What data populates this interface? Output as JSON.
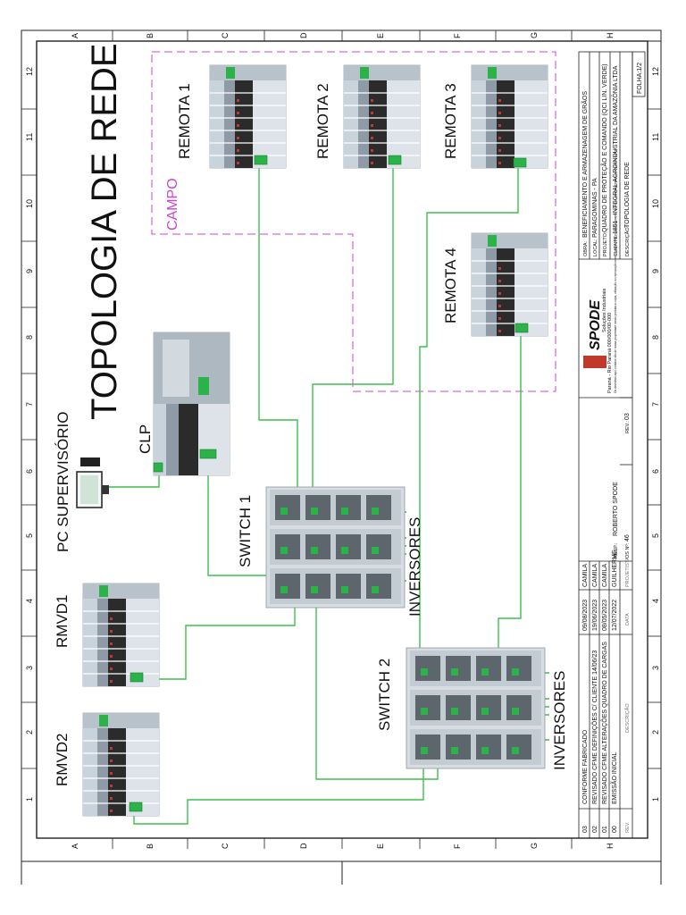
{
  "drawing": {
    "title": "TOPOLOGIA DE REDE",
    "campo_label": "CAMPO",
    "grid_letters": [
      "A",
      "B",
      "C",
      "D",
      "E",
      "F",
      "G",
      "H"
    ],
    "grid_numbers": [
      "1",
      "2",
      "3",
      "4",
      "5",
      "6",
      "7",
      "8",
      "9",
      "10",
      "11",
      "12"
    ]
  },
  "devices": {
    "remota1": "REMOTA 1",
    "remota2": "REMOTA 2",
    "remota3": "REMOTA 3",
    "remota4": "REMOTA 4",
    "clp": "CLP",
    "pc": "PC SUPERVISÓRIO",
    "rmvd1": "RMVD1",
    "rmvd2": "RMVD2",
    "switch1": "SWITCH  1",
    "switch2": "SWITCH  2",
    "inversores1": "INVERSORES",
    "inversores2": "INVERSORES"
  },
  "title_block": {
    "obra_label": "OBRA:",
    "obra": "BENEFICIAMENTO E ARMAZENAGEM DE GRÃOS",
    "local_label": "LOCAL:",
    "local": "PARAGOMINAS  -  PA",
    "projeto_label": "PROJETO:",
    "projeto": "QUADRO DE PROTEÇÃO E COMANDO (QCI LIN. VERDE)",
    "cliente_label": "CLIENTE:",
    "cliente": "1851  -  INTEGRAL AGROINDUSTRIAL DA AMAZÔNIA LTDA",
    "descricao_label": "DESCRIÇÃO:",
    "descricao": "TOPOLOGIA DE REDE",
    "folha": "FOLHA:1/2",
    "company": "SPODE",
    "company_sub": "Soluções Industriais",
    "company_addr": "Paraná - Rio Paraná 000/000/00-000",
    "notice": "Os desenhos aqui contidos são de nossa propriedade sendo proibida a cópia, utilização ou reprodução total ou parcial, sem prévia autorização, sujeito às sanções previstas na legislação vigente.",
    "responsavel_label": "RESP.:",
    "responsavel": "ROBERTO SPODE",
    "os_label": "OS Nº:",
    "os": "46",
    "rev_label": "REV.:",
    "rev": "03",
    "rev_table_headers": [
      "REV.",
      "DESCRIÇÃO",
      "DATA",
      "PROJETISTA"
    ],
    "revisions": [
      {
        "rev": "03",
        "desc": "CONFORME FABRICADO",
        "date": "09/08/2023",
        "by": "CAMILA"
      },
      {
        "rev": "02",
        "desc": "REVISADO CFME DEFINIÇÕES C/ CLIENTE 14/06/23",
        "date": "19/06/2023",
        "by": "CAMILA"
      },
      {
        "rev": "01",
        "desc": "REVISADO CFME ALTERAÇÕES QUADRO DE CARGAS",
        "date": "08/05/2023",
        "by": "CAMILA"
      },
      {
        "rev": "00",
        "desc": "EMISSÃO INICIAL",
        "date": "12/07/2022",
        "by": "GUILHERME"
      }
    ]
  }
}
